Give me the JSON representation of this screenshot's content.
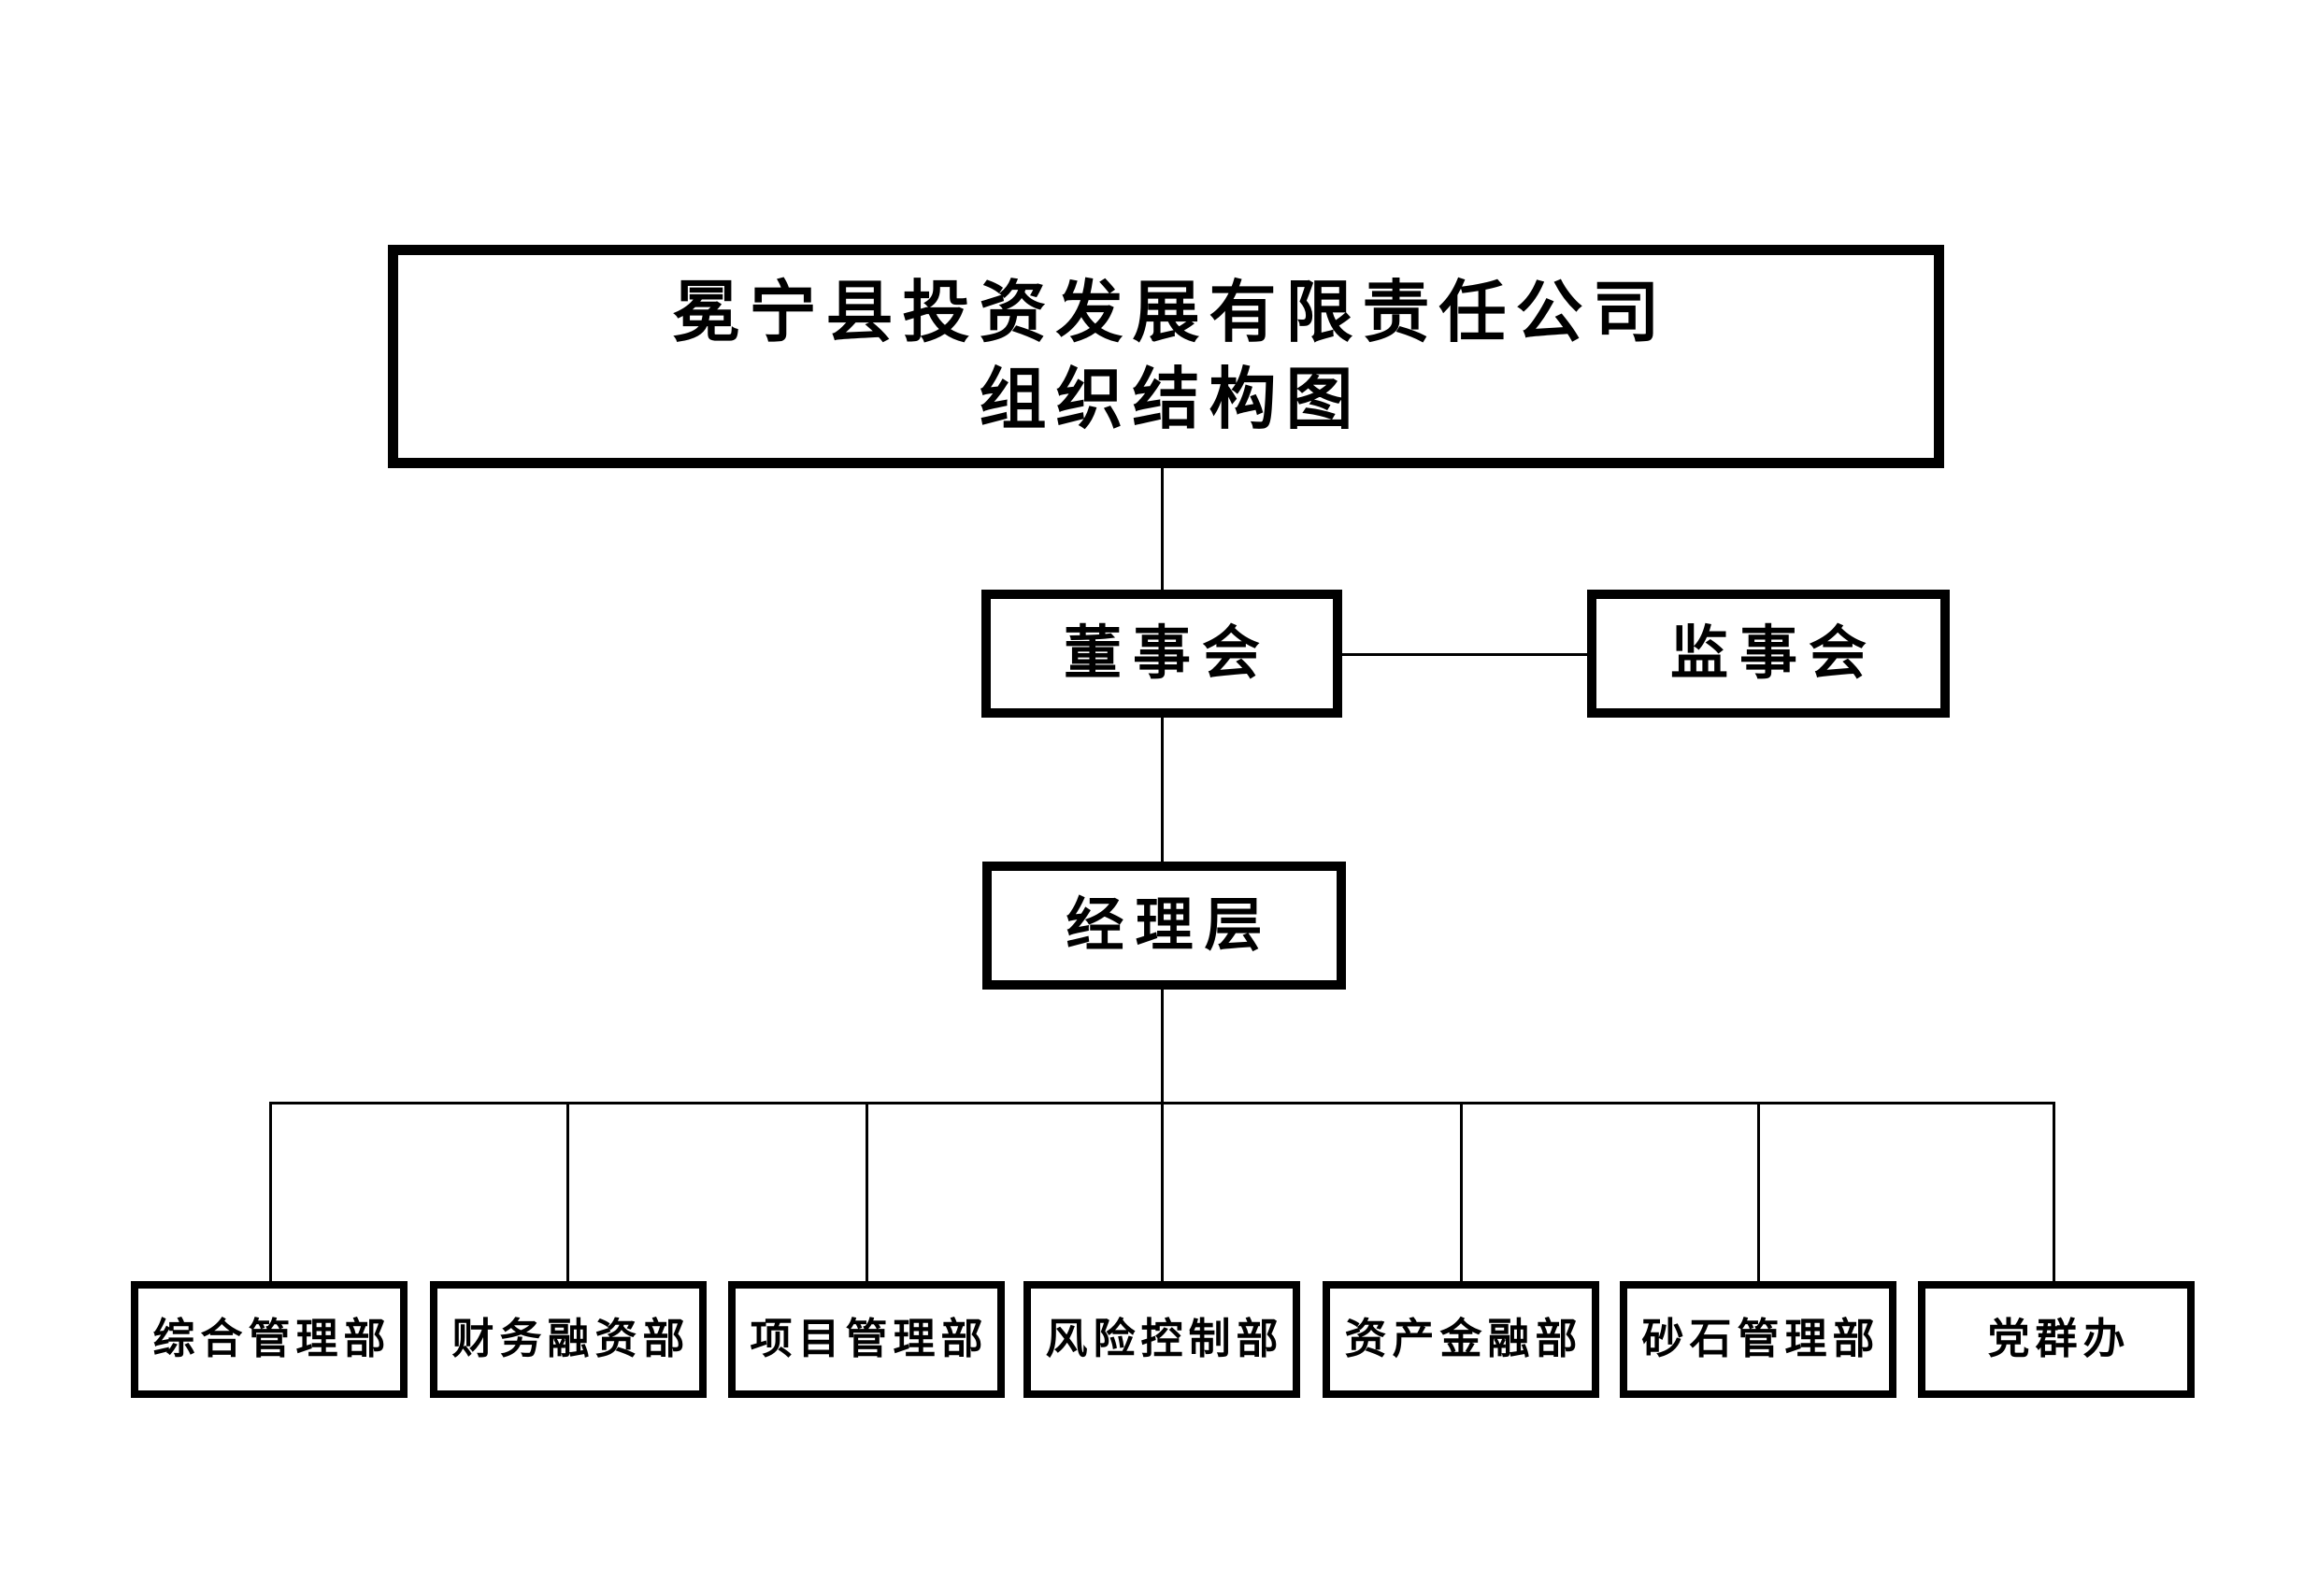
{
  "diagram": {
    "title_lines": [
      "冕宁县投资发展有限责任公司",
      "组织结构图"
    ],
    "colors": {
      "border": "#000000",
      "background": "#ffffff",
      "text": "#000000",
      "connector": "#000000"
    },
    "nodes": {
      "board": "董事会",
      "supervisor": "监事会",
      "manager": "经理层"
    },
    "departments": [
      "综合管理部",
      "财务融资部",
      "项目管理部",
      "风险控制部",
      "资产金融部",
      "砂石管理部",
      "党群办"
    ]
  }
}
